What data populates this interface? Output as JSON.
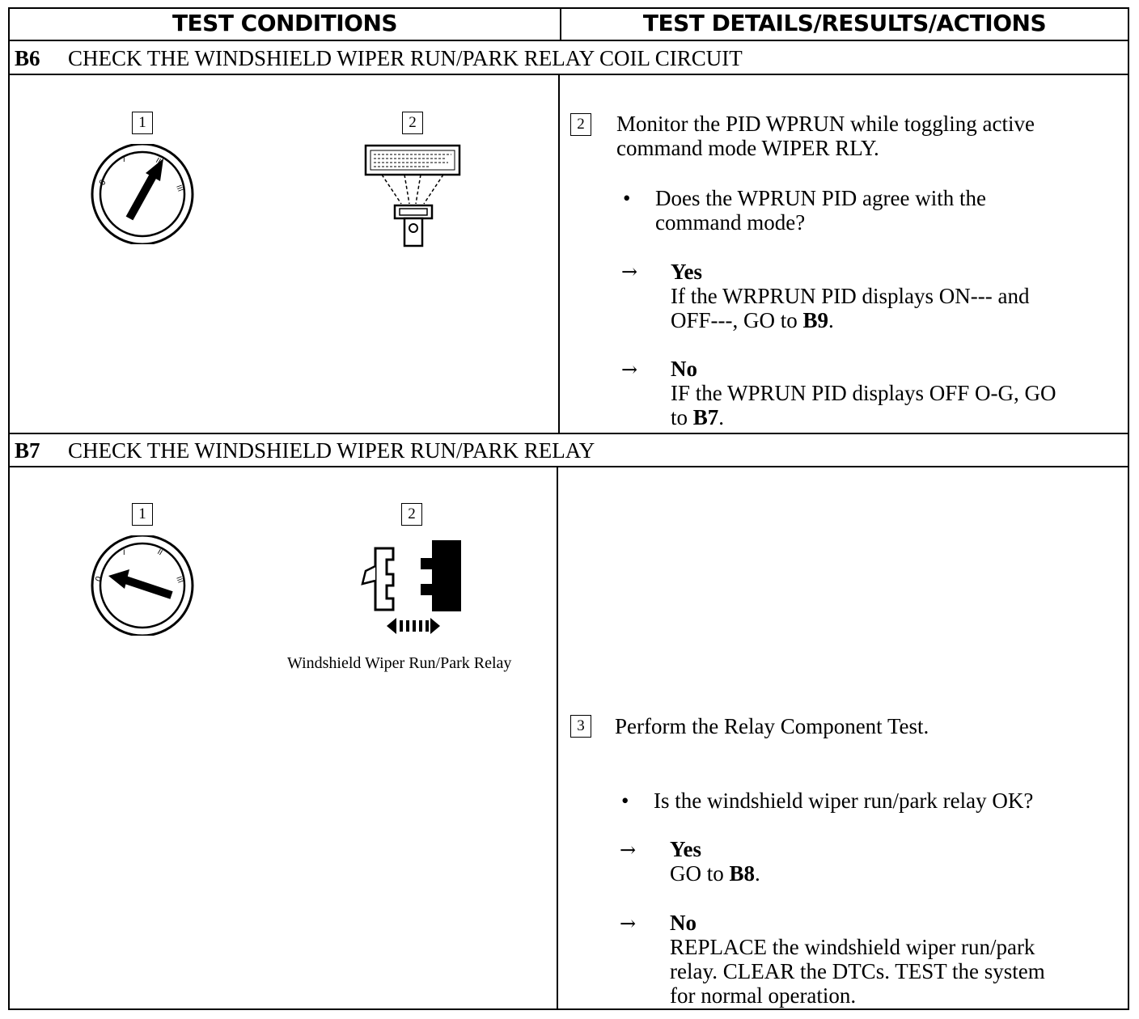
{
  "header": {
    "left": "TEST CONDITIONS",
    "right": "TEST DETAILS/RESULTS/ACTIONS"
  },
  "b6": {
    "id": "B6",
    "title": "CHECK THE WINDSHIELD WIPER RUN/PARK RELAY COIL CIRCUIT",
    "figures": {
      "fig1_num": "1",
      "fig2_num": "2"
    },
    "step_num": "2",
    "step_text_1": "Monitor the PID WPRUN while toggling active",
    "step_text_2": "command mode WIPER RLY.",
    "question_1": "Does the WPRUN PID agree with the",
    "question_2": "command mode?",
    "yes_label": "Yes",
    "yes_line_1": "If the WRPRUN PID displays ON--- and",
    "yes_line_2a": "OFF---, GO to ",
    "yes_target": "B9",
    "yes_end": ".",
    "no_label": "No",
    "no_line_1": "IF the WPRUN PID displays OFF O-G, GO",
    "no_line_2a": "to ",
    "no_target": "B7",
    "no_end": "."
  },
  "b7": {
    "id": "B7",
    "title": "CHECK THE WINDSHIELD WIPER RUN/PARK RELAY",
    "figures": {
      "fig1_num": "1",
      "fig2_num": "2",
      "caption": "Windshield Wiper Run/Park Relay"
    },
    "step_num": "3",
    "step_text": "Perform the Relay Component Test.",
    "question": "Is the windshield wiper run/park relay OK?",
    "yes_label": "Yes",
    "yes_line_a": "GO to ",
    "yes_target": "B8",
    "yes_end": ".",
    "no_label": "No",
    "no_line_1": "REPLACE the windshield wiper run/park",
    "no_line_2": "relay. CLEAR the DTCs. TEST the system",
    "no_line_3": "for normal operation."
  },
  "symbols": {
    "arrow": "→",
    "bullet": "•"
  },
  "icons": [
    "ignition-key-run-icon",
    "scan-tool-connector-icon",
    "ignition-key-off-icon",
    "relay-connector-icon"
  ]
}
